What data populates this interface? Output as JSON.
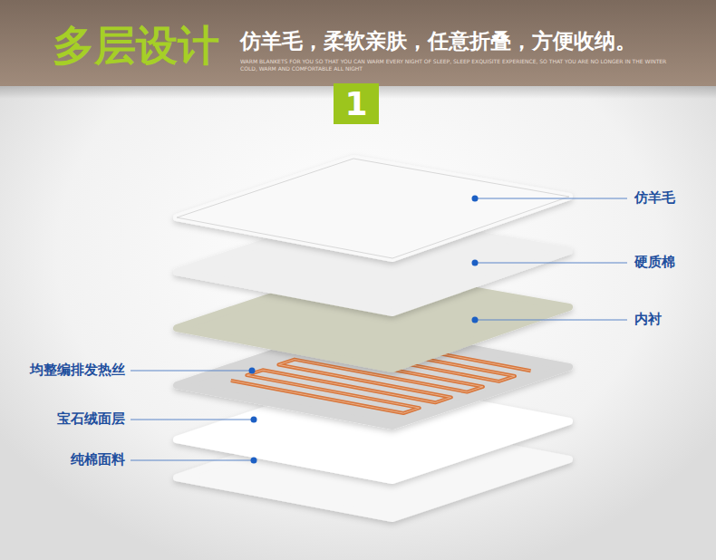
{
  "diagram": {
    "title": "多层设计",
    "nodes": [
      {
        "text": [
          "1"
        ]
      }
    ],
    "labels": [
      "仿羊毛，柔软亲肤，任意折叠，方便收纳。",
      "WARM BLANKETS FOR YOU SO THAT YOU CAN WARM EVERY NIGHT OF SLEEP, SLEEP EXQUISITE EXPERIENCE, SO THAT YOU ARE NO LONGER IN THE WINTER COLD, WARM AND COMFORTABLE ALL NIGHT",
      "仿羊毛",
      "硬质棉",
      "内衬",
      "均整编排发热丝",
      "宝石绒面层",
      "纯棉面料"
    ]
  }
}
